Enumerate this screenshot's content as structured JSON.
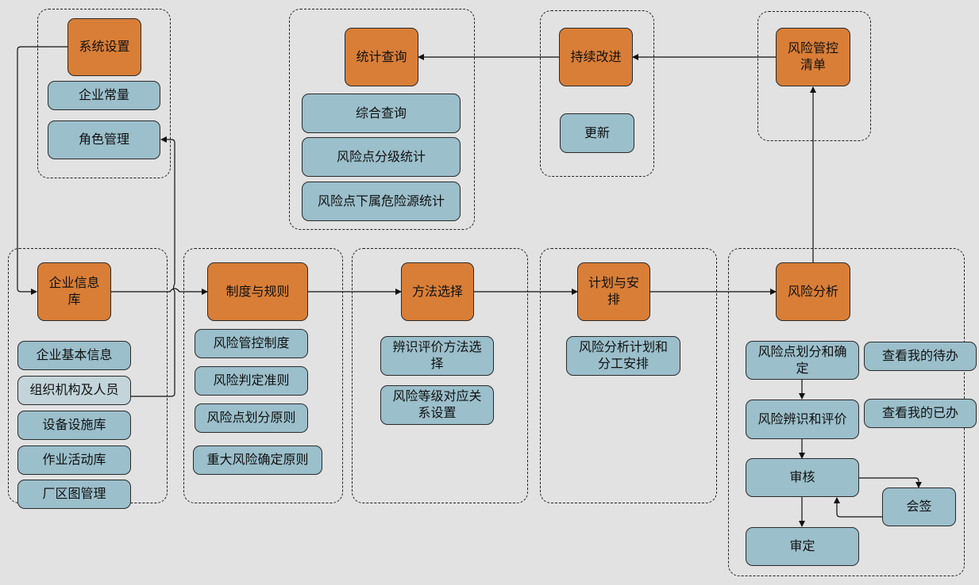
{
  "diagram": {
    "groups": {
      "system_settings": {
        "title": "系统设置",
        "items": [
          "企业常量",
          "角色管理"
        ]
      },
      "statistics": {
        "title": "统计查询",
        "items": [
          "综合查询",
          "风险点分级统计",
          "风险点下属危险源统计"
        ]
      },
      "continuous_improvement": {
        "title": "持续改进",
        "items": [
          "更新"
        ]
      },
      "control_list": {
        "title": "风险管控\n清单"
      },
      "enterprise_info": {
        "title": "企业信息\n库",
        "items": [
          "企业基本信息",
          "组织机构及人员",
          "设备设施库",
          "作业活动库",
          "厂区图管理"
        ]
      },
      "rules": {
        "title": "制度与规则",
        "items": [
          "风险管控制度",
          "风险判定准则",
          "风险点划分原则",
          "重大风险确定原则"
        ]
      },
      "method": {
        "title": "方法选择",
        "items": [
          "辨识评价方法选\n择",
          "风险等级对应关\n系设置"
        ]
      },
      "plan": {
        "title": "计划与安\n排",
        "items": [
          "风险分析计划和\n分工安排"
        ]
      },
      "analysis": {
        "title": "风险分析",
        "items": [
          "风险点划分和确\n定",
          "风险辨识和评价",
          "审核",
          "审定",
          "会签",
          "查看我的待办",
          "查看我的已办"
        ]
      }
    },
    "colors": {
      "module": "#d97e37",
      "function": "#9bbfcb",
      "background": "#e2e2e2"
    }
  }
}
